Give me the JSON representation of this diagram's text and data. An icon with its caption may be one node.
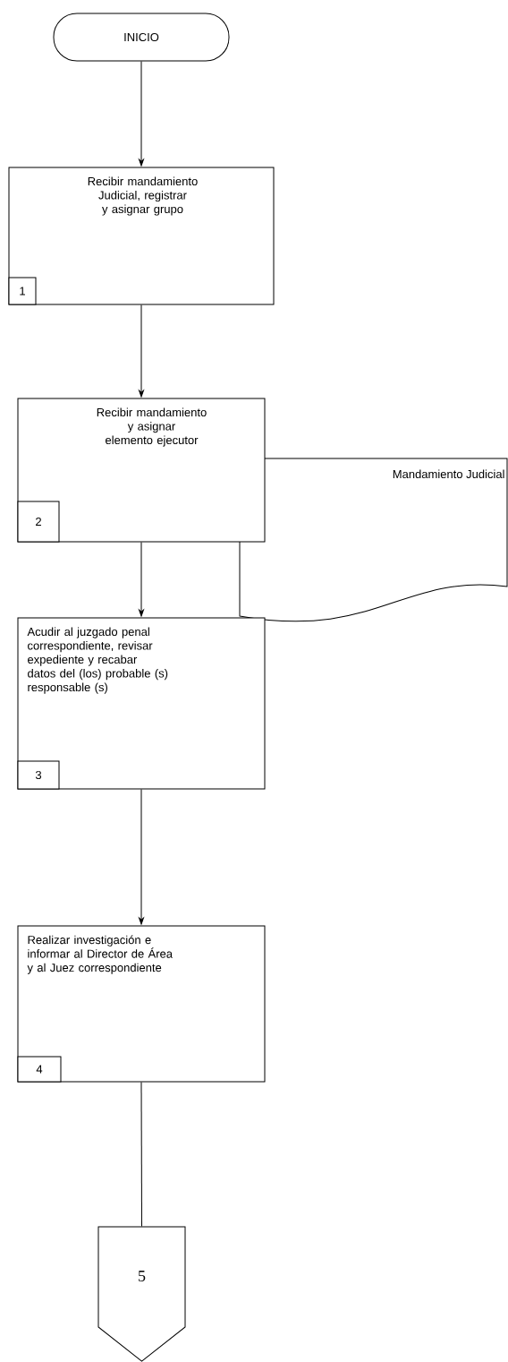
{
  "diagram": {
    "nodes": [
      {
        "text": [
          "INICIO"
        ]
      },
      {
        "text": [
          "Recibir mandamiento Judicial, registrar y asignar grupo"
        ]
      },
      {
        "text": [
          "1"
        ],
        "in": 1
      },
      {
        "text": [
          "Recibir mandamiento y asignar elemento ejecutor"
        ]
      },
      {
        "text": [
          "2"
        ],
        "in": 3
      },
      {
        "text": [
          "Mandamiento Judicial"
        ]
      },
      {
        "text": [
          "Acudir al juzgado penal correspondiente, revisar expediente y recabar datos del (los) probable (s) responsable (s)"
        ]
      },
      {
        "text": [
          "3"
        ],
        "in": 6
      },
      {
        "text": [
          "Realizar investigación e informar al Director de Área  y al Juez correspondiente"
        ]
      },
      {
        "text": [
          "4"
        ],
        "in": 8
      },
      {
        "text": [
          "5"
        ]
      }
    ],
    "edges": [
      {
        "from": 0,
        "to": 1,
        "arrow": "to"
      },
      {
        "from": 1,
        "to": 3,
        "arrow": "to"
      },
      {
        "from": 3,
        "to": 6,
        "arrow": "to"
      },
      {
        "from": 6,
        "to": 8,
        "arrow": "to"
      },
      {
        "from": 8,
        "to": 10,
        "arrow": "none"
      }
    ]
  }
}
